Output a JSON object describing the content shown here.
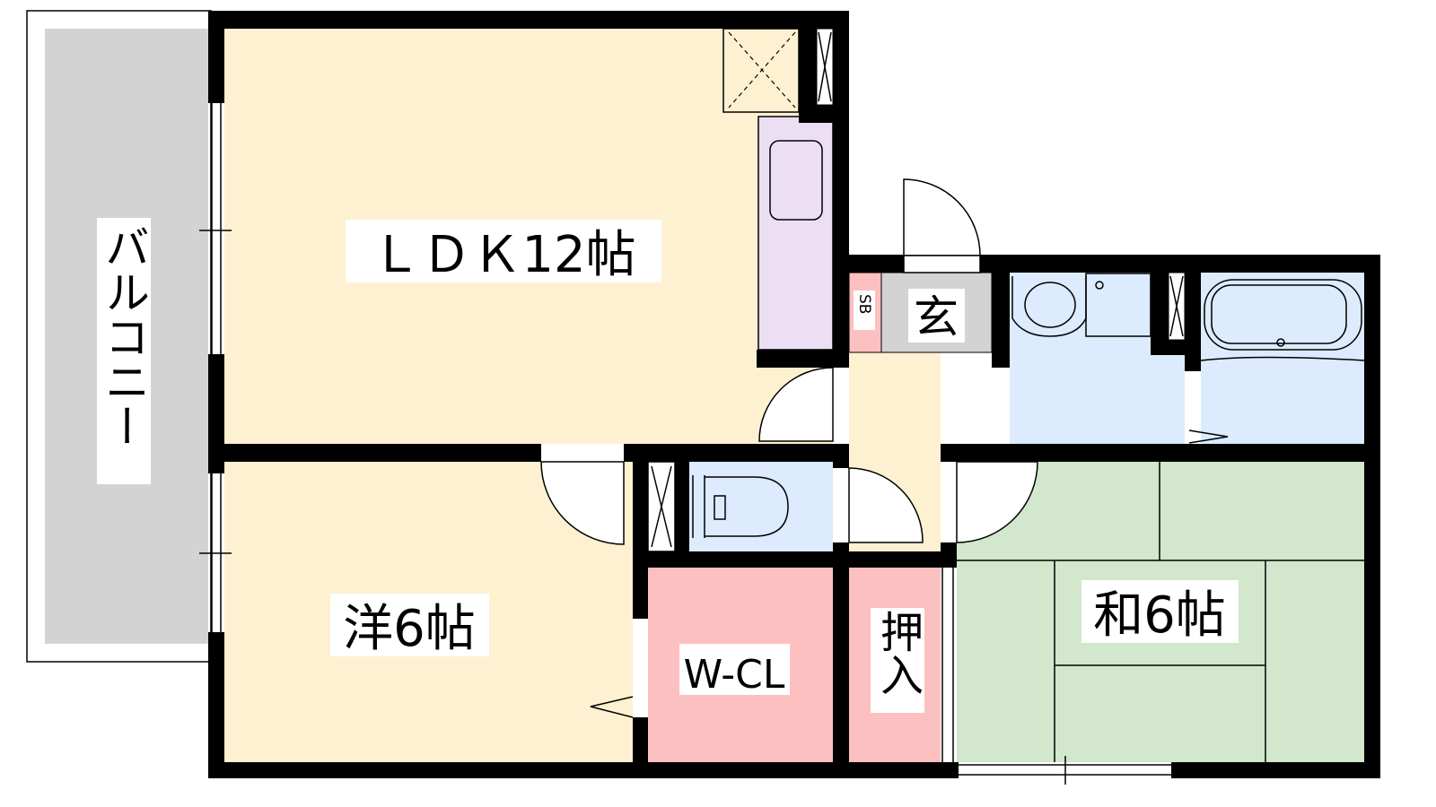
{
  "floorplan": {
    "rooms": {
      "ldk": "ＬＤＫ12帖",
      "western": "洋6帖",
      "japanese": "和6帖",
      "walk_in_closet": "W-CL",
      "closet": "押入",
      "entrance": "玄",
      "shoe_box": "SB",
      "balcony": "バルコニー"
    },
    "colors": {
      "living": "#fdf1d2",
      "balcony": "#d3d3d3",
      "kitchen": "#ecdff4",
      "wet_area": "#dcebfd",
      "tatami": "#d2e7cc",
      "storage": "#fdc0c0",
      "entrance": "#d3d3d3",
      "wall": "#000000"
    }
  }
}
